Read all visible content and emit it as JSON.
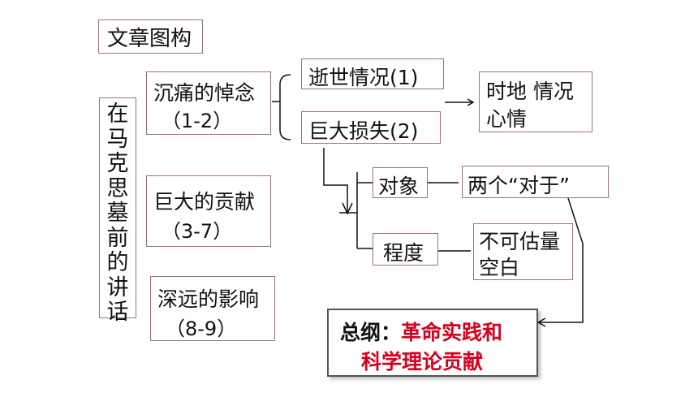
{
  "header": {
    "title": "文章图构"
  },
  "vertical_title": "在马克思墓前的讲话",
  "sections": [
    {
      "name": "沉痛的悼念",
      "range": "（1-2）"
    },
    {
      "name": "巨大的贡献",
      "range": "（3-7）"
    },
    {
      "name": "深远的影响",
      "range": "（8-9）"
    }
  ],
  "branch1": {
    "death": "逝世情况(1)",
    "loss": "巨大损失(2)"
  },
  "result1": {
    "line1": "时地  情况",
    "line2": "心情"
  },
  "branch2": {
    "object": "对象",
    "object_result": "两个“对于”",
    "degree": "程度",
    "degree_line1": "不可估量",
    "degree_line2": "空白"
  },
  "summary": {
    "prefix": "总纲：",
    "line1": "革命实践和",
    "line2": "科学理论贡献",
    "highlight_color": "#d8001c"
  }
}
